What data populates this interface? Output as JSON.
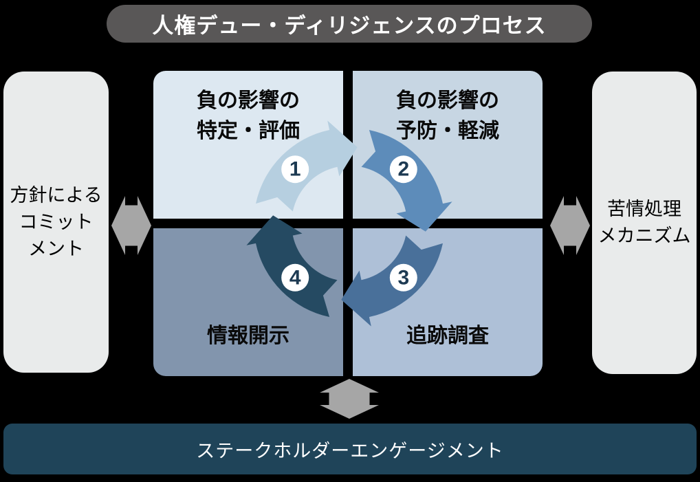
{
  "background": "#000000",
  "title": {
    "text": "人権デュー・ディリジェンスのプロセス",
    "bg": "#595757"
  },
  "side_left": {
    "bg": "#e9ebeb",
    "lines": [
      "方針による",
      "コミット",
      "メント"
    ]
  },
  "side_right": {
    "bg": "#e9ebeb",
    "lines": [
      "苦情処理",
      "メカニズム"
    ]
  },
  "quadrants": [
    {
      "id": "identify-assess",
      "color": "#dde8f1",
      "lines": [
        "負の影響の",
        "特定・評価"
      ]
    },
    {
      "id": "prevent-mitigate",
      "color": "#c7d6e3",
      "lines": [
        "負の影響の",
        "予防・軽減"
      ]
    },
    {
      "id": "disclose",
      "color": "#8295ad",
      "lines": [
        "情報開示"
      ]
    },
    {
      "id": "track",
      "color": "#aec0d7",
      "lines": [
        "追跡調査"
      ]
    }
  ],
  "ring": {
    "circle_color": "#ffffff",
    "number_color": "#1d3a52",
    "segments": [
      {
        "number": "1",
        "color": "#b6cfe0"
      },
      {
        "number": "2",
        "color": "#5d8cba"
      },
      {
        "number": "3",
        "color": "#49709a"
      },
      {
        "number": "4",
        "color": "#254a62"
      }
    ]
  },
  "bottom_bar": {
    "text": "ステークホルダーエンゲージメント",
    "bg": "#1f4459"
  },
  "connector_color": "#a6a6a6"
}
